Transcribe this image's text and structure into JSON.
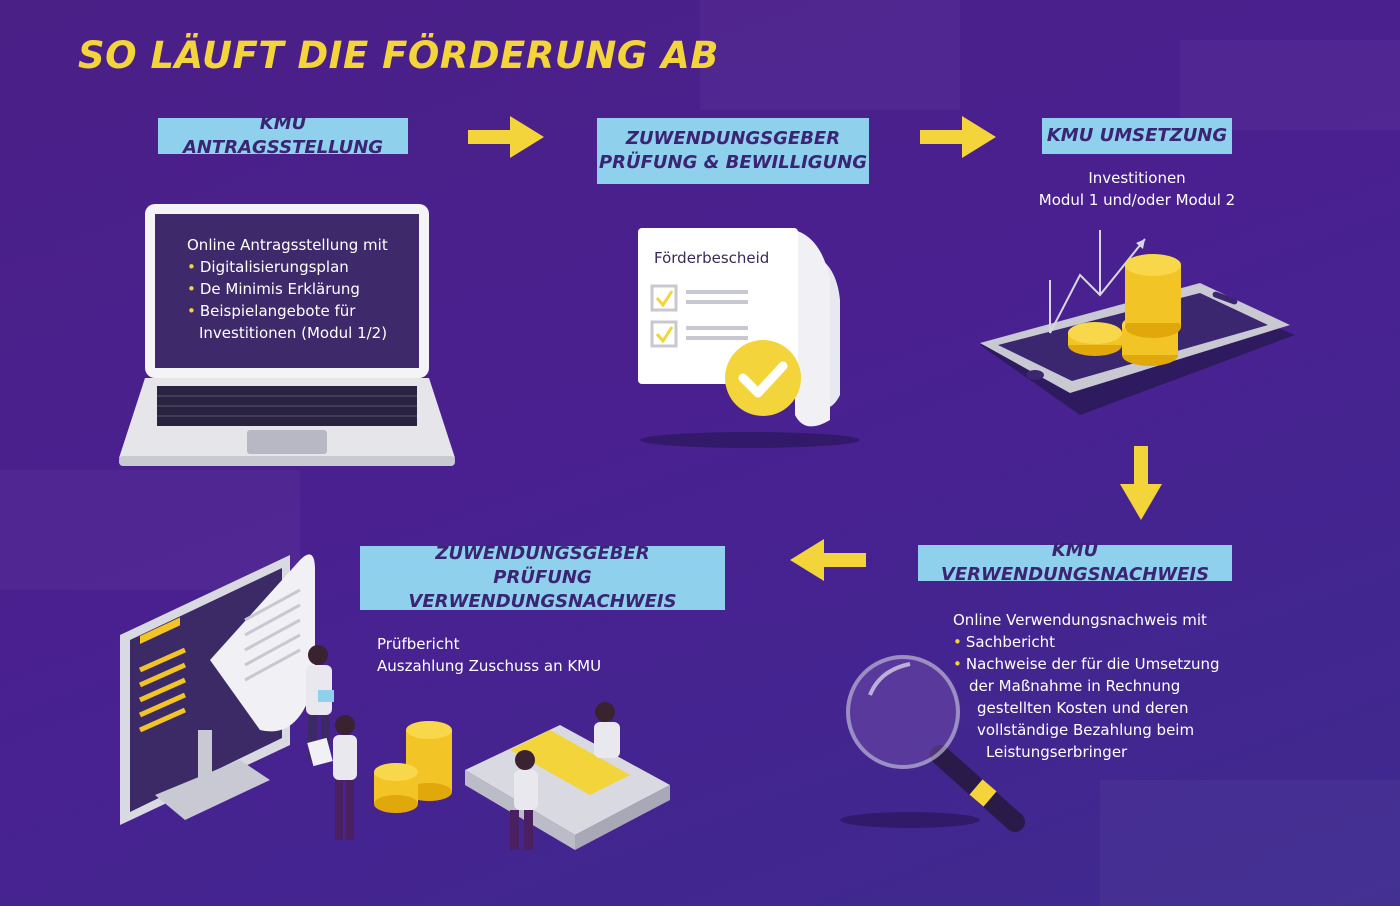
{
  "title": "SO LÄUFT DIE FÖRDERUNG AB",
  "steps": [
    {
      "label": "KMU ANTRAGSSTELLUNG",
      "screen_lines": {
        "intro": "Online Antragsstellung mit",
        "items": [
          "Digitalisierungsplan",
          "De Minimis Erklärung",
          "Beispielangebote für"
        ],
        "continuation": "Investitionen (Modul 1/2)"
      }
    },
    {
      "label_lines": [
        "ZUWENDUNGSGEBER",
        "PRÜFUNG & BEWILLIGUNG"
      ],
      "document_title": "Förderbescheid"
    },
    {
      "label": "KMU UMSETZUNG",
      "desc_lines": [
        "Investitionen",
        "Modul 1 und/oder Modul 2"
      ]
    },
    {
      "label": "KMU VERWENDUNGSNACHWEIS",
      "desc": {
        "intro": "Online Verwendungsnachweis mit",
        "items": [
          "Sachbericht",
          "Nachweise der für die Umsetzung"
        ],
        "continuation": [
          "der Maßnahme in Rechnung",
          "gestellten Kosten und deren",
          "vollständige Bezahlung beim",
          "Leistungserbringer"
        ]
      }
    },
    {
      "label_lines": [
        "ZUWENDUNGSGEBER",
        "PRÜFUNG VERWENDUNGSNACHWEIS"
      ],
      "desc_lines": [
        "Prüfbericht",
        "Auszahlung Zuschuss an KMU"
      ]
    }
  ],
  "arrows": [
    "right",
    "right",
    "down",
    "left"
  ],
  "colors": {
    "background": "#4a1f86",
    "accent_yellow": "#f3d43a",
    "label_bg": "#8fd0ec",
    "label_text": "#3b2474"
  },
  "icons": [
    "laptop-icon",
    "approval-document-icon",
    "smartphone-coins-icon",
    "magnifier-icon",
    "monitor-people-money-icon"
  ]
}
